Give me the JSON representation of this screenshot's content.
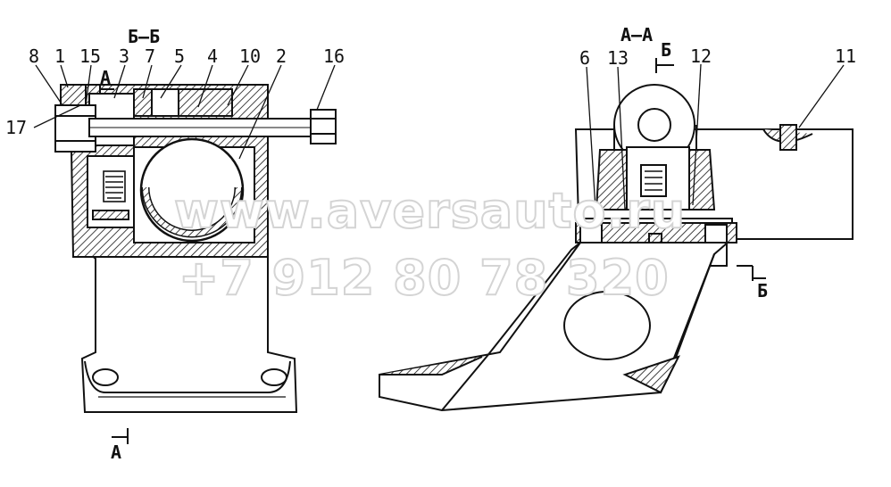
{
  "views": {
    "left": {
      "section_title": "Б–Б",
      "cut_label": "А"
    },
    "right": {
      "section_title": "А–А",
      "cut_label_top": "Б",
      "cut_label_right": "Б"
    }
  },
  "callouts": {
    "left": [
      "8",
      "1",
      "15",
      "3",
      "7",
      "5",
      "4",
      "10",
      "2",
      "16",
      "17"
    ],
    "right": [
      "6",
      "13",
      "12",
      "11"
    ]
  },
  "watermark": {
    "line1": "www.aversauto.ru",
    "line2": "+7 912 80 78 320"
  }
}
